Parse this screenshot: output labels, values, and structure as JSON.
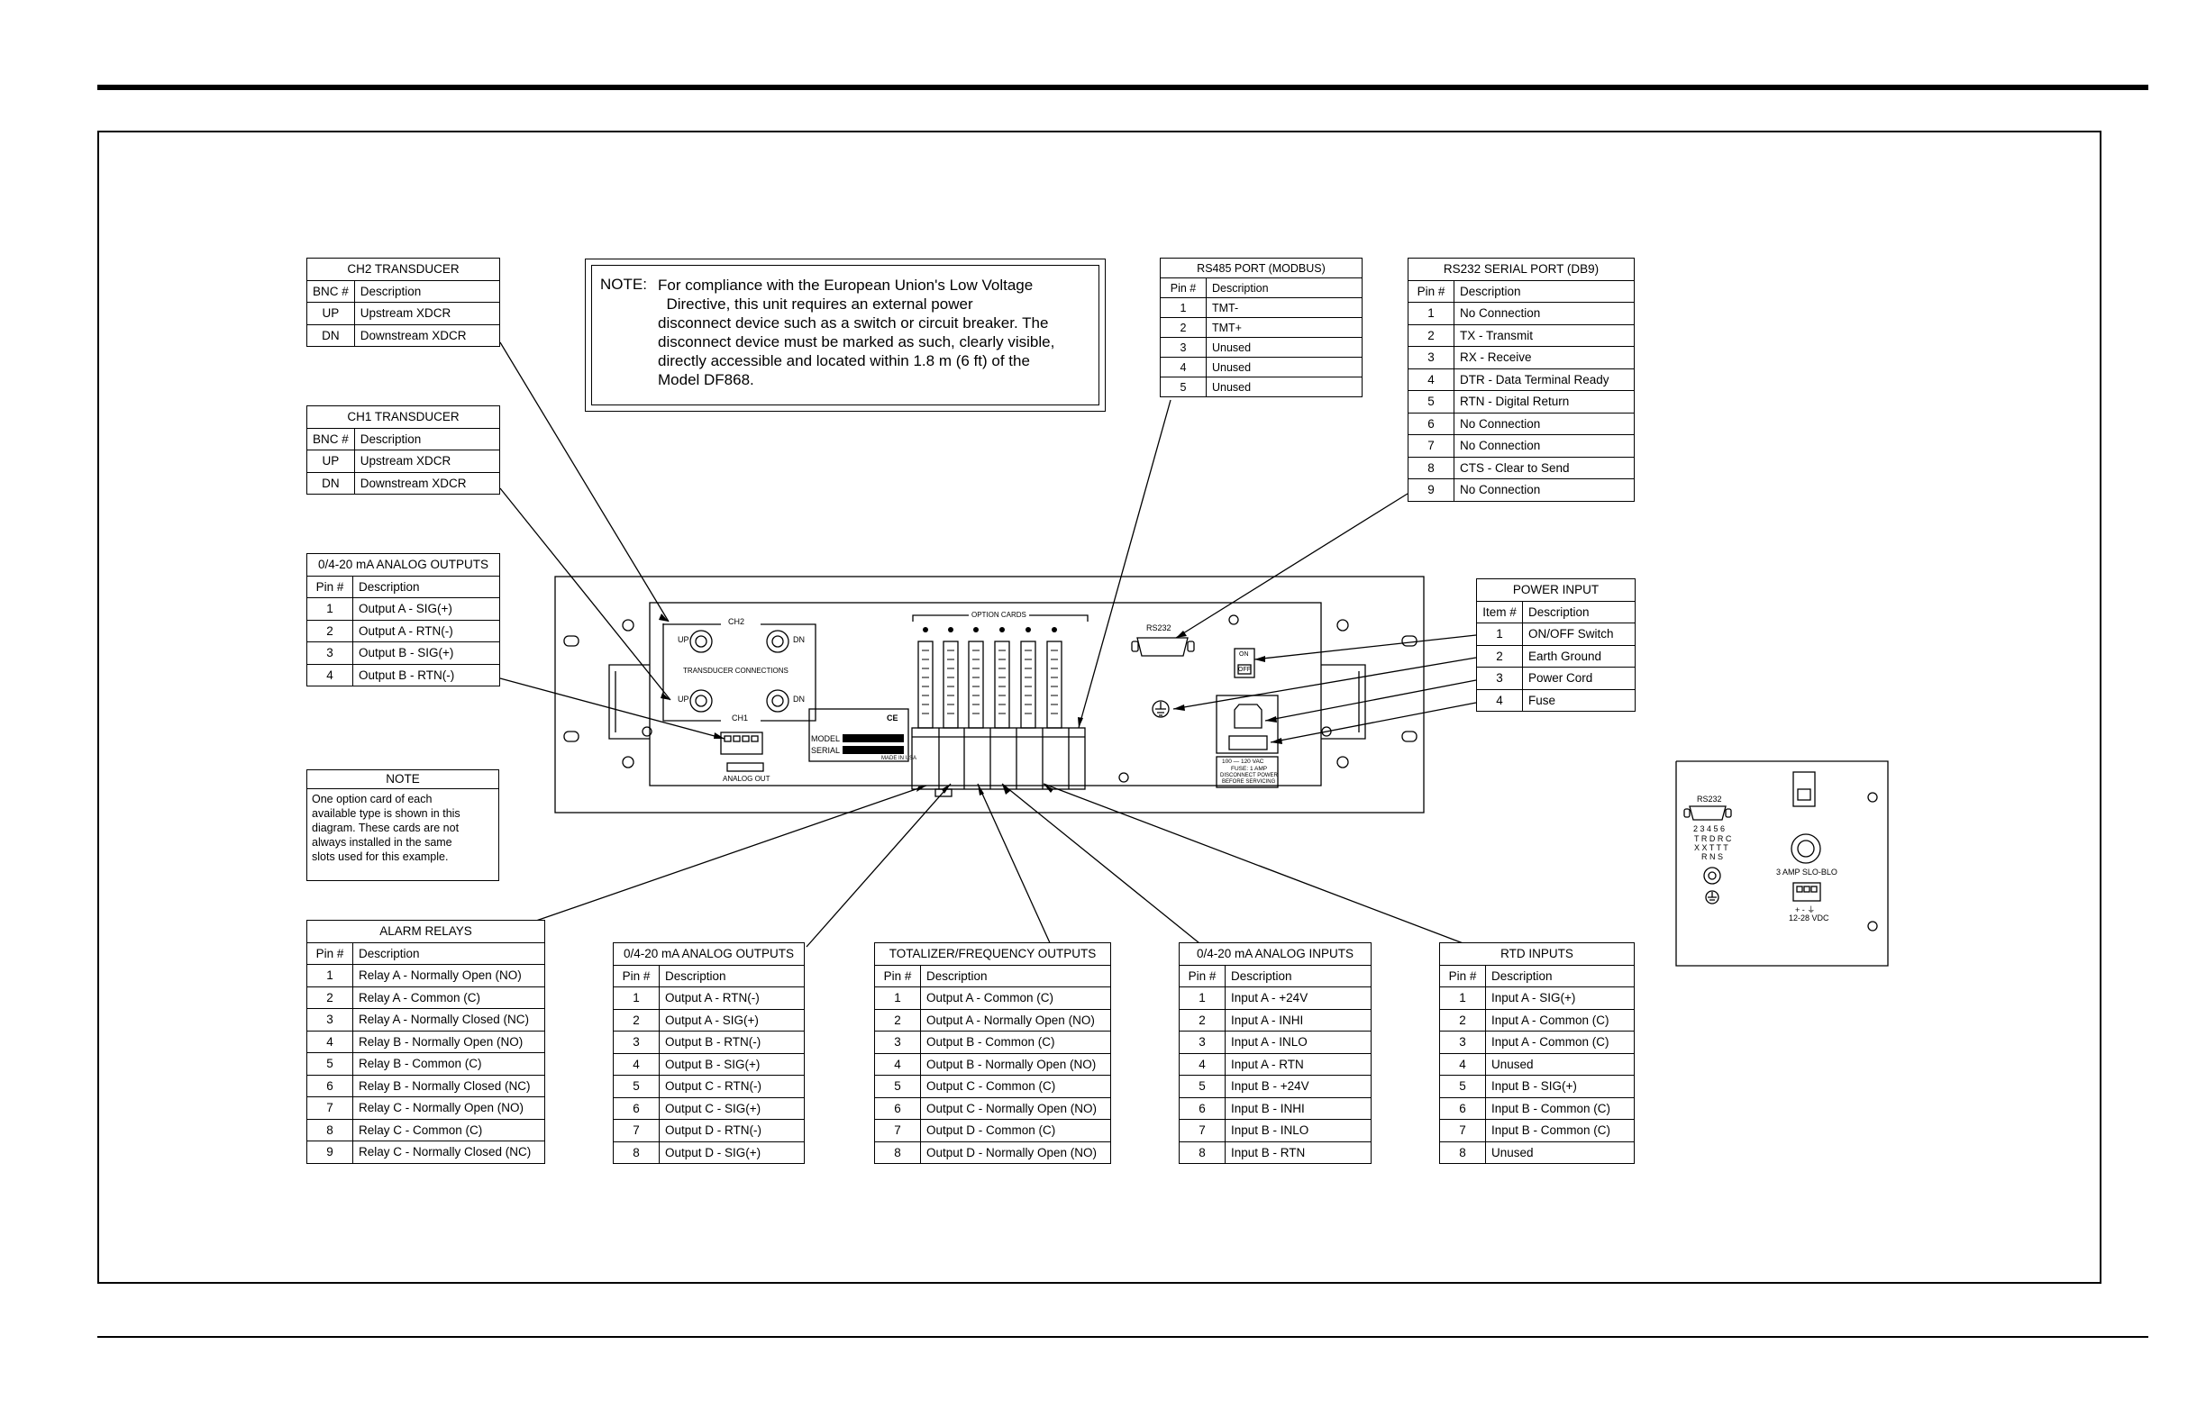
{
  "note": {
    "label": "NOTE:",
    "text": "For compliance with the European Union's Low Voltage\n  Directive, this unit requires an external power\ndisconnect device such as a switch or circuit breaker. The\ndisconnect device must be marked as such, clearly visible,\ndirectly accessible and located within 1.8 m (6 ft) of the\nModel DF868."
  },
  "note2": {
    "title": "NOTE",
    "text": "One option card of each\navailable type is shown in this\ndiagram. These cards are not\nalways installed in the same\nslots used for this example."
  },
  "ch2": {
    "title": "CH2 TRANSDUCER",
    "headers": [
      "BNC #",
      "Description"
    ],
    "rows": [
      [
        "UP",
        "Upstream XDCR"
      ],
      [
        "DN",
        "Downstream XDCR"
      ]
    ]
  },
  "ch1": {
    "title": "CH1 TRANSDUCER",
    "headers": [
      "BNC #",
      "Description"
    ],
    "rows": [
      [
        "UP",
        "Upstream XDCR"
      ],
      [
        "DN",
        "Downstream XDCR"
      ]
    ]
  },
  "analog_main": {
    "title": "0/4-20 mA ANALOG OUTPUTS",
    "headers": [
      "Pin #",
      "Description"
    ],
    "rows": [
      [
        "1",
        "Output A - SIG(+)"
      ],
      [
        "2",
        "Output A - RTN(-)"
      ],
      [
        "3",
        "Output B - SIG(+)"
      ],
      [
        "4",
        "Output B - RTN(-)"
      ]
    ]
  },
  "rs485": {
    "title": "RS485 PORT (MODBUS)",
    "headers": [
      "Pin #",
      "Description"
    ],
    "rows": [
      [
        "1",
        "TMT-"
      ],
      [
        "2",
        "TMT+"
      ],
      [
        "3",
        "Unused"
      ],
      [
        "4",
        "Unused"
      ],
      [
        "5",
        "Unused"
      ]
    ]
  },
  "rs232": {
    "title": "RS232 SERIAL PORT (DB9)",
    "headers": [
      "Pin #",
      "Description"
    ],
    "rows": [
      [
        "1",
        "No Connection"
      ],
      [
        "2",
        "TX - Transmit"
      ],
      [
        "3",
        "RX - Receive"
      ],
      [
        "4",
        "DTR - Data Terminal Ready"
      ],
      [
        "5",
        "RTN - Digital Return"
      ],
      [
        "6",
        "No Connection"
      ],
      [
        "7",
        "No Connection"
      ],
      [
        "8",
        "CTS - Clear to Send"
      ],
      [
        "9",
        "No Connection"
      ]
    ]
  },
  "power": {
    "title": "POWER INPUT",
    "headers": [
      "Item #",
      "Description"
    ],
    "rows": [
      [
        "1",
        "ON/OFF Switch"
      ],
      [
        "2",
        "Earth Ground"
      ],
      [
        "3",
        "Power Cord"
      ],
      [
        "4",
        "Fuse"
      ]
    ]
  },
  "alarm": {
    "title": "ALARM RELAYS",
    "headers": [
      "Pin #",
      "Description"
    ],
    "rows": [
      [
        "1",
        "Relay A - Normally Open (NO)"
      ],
      [
        "2",
        "Relay A - Common (C)"
      ],
      [
        "3",
        "Relay A - Normally Closed (NC)"
      ],
      [
        "4",
        "Relay B - Normally Open (NO)"
      ],
      [
        "5",
        "Relay B - Common (C)"
      ],
      [
        "6",
        "Relay B - Normally Closed (NC)"
      ],
      [
        "7",
        "Relay C - Normally Open (NO)"
      ],
      [
        "8",
        "Relay C - Common (C)"
      ],
      [
        "9",
        "Relay C - Normally Closed (NC)"
      ]
    ]
  },
  "analog_out": {
    "title": "0/4-20 mA ANALOG OUTPUTS",
    "headers": [
      "Pin #",
      "Description"
    ],
    "rows": [
      [
        "1",
        "Output A - RTN(-)"
      ],
      [
        "2",
        "Output A - SIG(+)"
      ],
      [
        "3",
        "Output B - RTN(-)"
      ],
      [
        "4",
        "Output B - SIG(+)"
      ],
      [
        "5",
        "Output C - RTN(-)"
      ],
      [
        "6",
        "Output C - SIG(+)"
      ],
      [
        "7",
        "Output D - RTN(-)"
      ],
      [
        "8",
        "Output D - SIG(+)"
      ]
    ]
  },
  "totalizer": {
    "title": "TOTALIZER/FREQUENCY OUTPUTS",
    "headers": [
      "Pin #",
      "Description"
    ],
    "rows": [
      [
        "1",
        "Output A - Common (C)"
      ],
      [
        "2",
        "Output A - Normally Open (NO)"
      ],
      [
        "3",
        "Output B - Common (C)"
      ],
      [
        "4",
        "Output B - Normally Open (NO)"
      ],
      [
        "5",
        "Output C - Common (C)"
      ],
      [
        "6",
        "Output C - Normally Open (NO)"
      ],
      [
        "7",
        "Output D - Common (C)"
      ],
      [
        "8",
        "Output D - Normally Open (NO)"
      ]
    ]
  },
  "analog_in": {
    "title": "0/4-20 mA ANALOG INPUTS",
    "headers": [
      "Pin #",
      "Description"
    ],
    "rows": [
      [
        "1",
        "Input A - +24V"
      ],
      [
        "2",
        "Input A - INHI"
      ],
      [
        "3",
        "Input A - INLO"
      ],
      [
        "4",
        "Input A - RTN"
      ],
      [
        "5",
        "Input B - +24V"
      ],
      [
        "6",
        "Input B - INHI"
      ],
      [
        "7",
        "Input B - INLO"
      ],
      [
        "8",
        "Input B - RTN"
      ]
    ]
  },
  "rtd": {
    "title": "RTD INPUTS",
    "headers": [
      "Pin #",
      "Description"
    ],
    "rows": [
      [
        "1",
        "Input A - SIG(+)"
      ],
      [
        "2",
        "Input A - Common (C)"
      ],
      [
        "3",
        "Input A - Common (C)"
      ],
      [
        "4",
        "Unused"
      ],
      [
        "5",
        "Input B - SIG(+)"
      ],
      [
        "6",
        "Input B - Common (C)"
      ],
      [
        "7",
        "Input B - Common (C)"
      ],
      [
        "8",
        "Unused"
      ]
    ]
  },
  "panel": {
    "ch2": "CH2",
    "ch1": "CH1",
    "up": "UP",
    "dn": "DN",
    "transducer_connections": "TRANSDUCER  CONNECTIONS",
    "option_cards": "OPTION  CARDS",
    "analog_out": "ANALOG OUT",
    "rs232": "RS232",
    "model": "MODEL",
    "serial": "SERIAL",
    "made_in": "MADE IN USA",
    "ce": "CE",
    "on": "ON",
    "off": "OFF",
    "voltage": "100 — 120 VAC",
    "fuse": "FUSE: 1 AMP",
    "disconnect1": "DISCONNECT POWER",
    "disconnect2": "BEFORE SERVICING"
  },
  "dc_panel": {
    "rs232": "RS232",
    "pins": "2 3 4 5 6",
    "codes1": "T R D R C",
    "codes2": "X X T T T",
    "codes3": "R N S",
    "fuse": "3 AMP SLO-BLO",
    "polarity": "+  -  ⏚",
    "voltage": "12-28 VDC"
  }
}
